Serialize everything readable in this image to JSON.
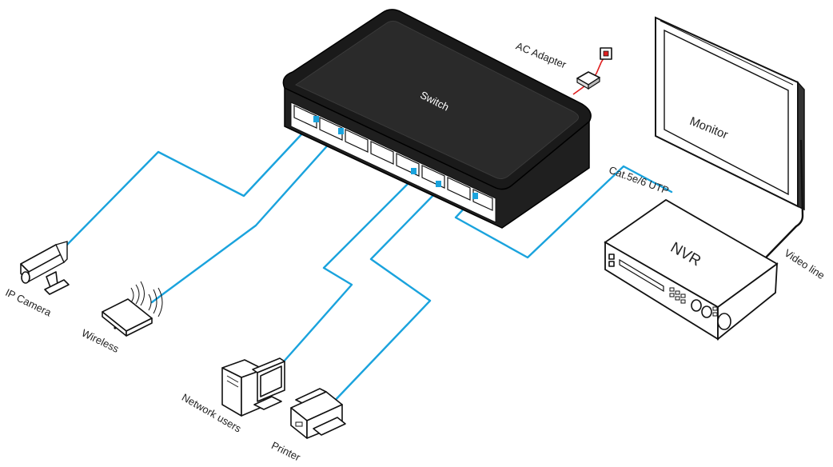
{
  "labels": {
    "switch": "Switch",
    "ac_adapter": "AC Adapter",
    "monitor": "Monitor",
    "nvr": "NVR",
    "cable_type": "Cat.5e/6 UTP",
    "video_line": "Video line",
    "ip_camera": "IP Camera",
    "wireless": "Wireless",
    "network_users": "Network users",
    "printer": "Printer"
  },
  "colors": {
    "network_cable": "#1aa3dd",
    "power_cable": "#e02020",
    "device_outline": "#111111",
    "switch_body": "#1a1a1a"
  },
  "icons": [
    "switch-icon",
    "power-adapter-icon",
    "monitor-icon",
    "nvr-icon",
    "ip-camera-icon",
    "wireless-router-icon",
    "computer-icon",
    "printer-icon"
  ]
}
